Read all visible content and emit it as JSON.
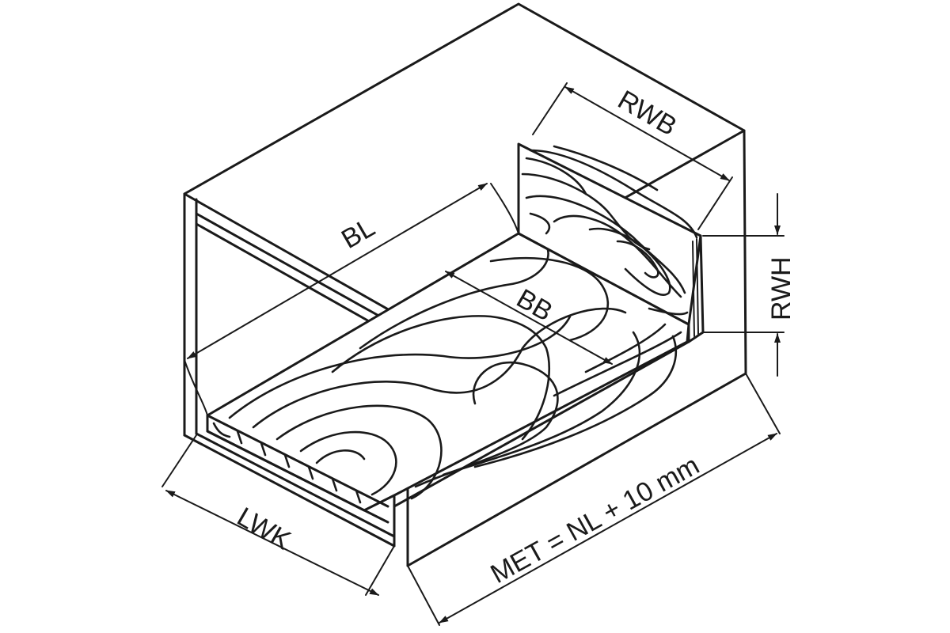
{
  "labels": {
    "bl": "BL",
    "bb": "BB",
    "rwb": "RWB",
    "rwh": "RWH",
    "lwk": "LWK",
    "met": "MET = NL + 10 mm"
  }
}
